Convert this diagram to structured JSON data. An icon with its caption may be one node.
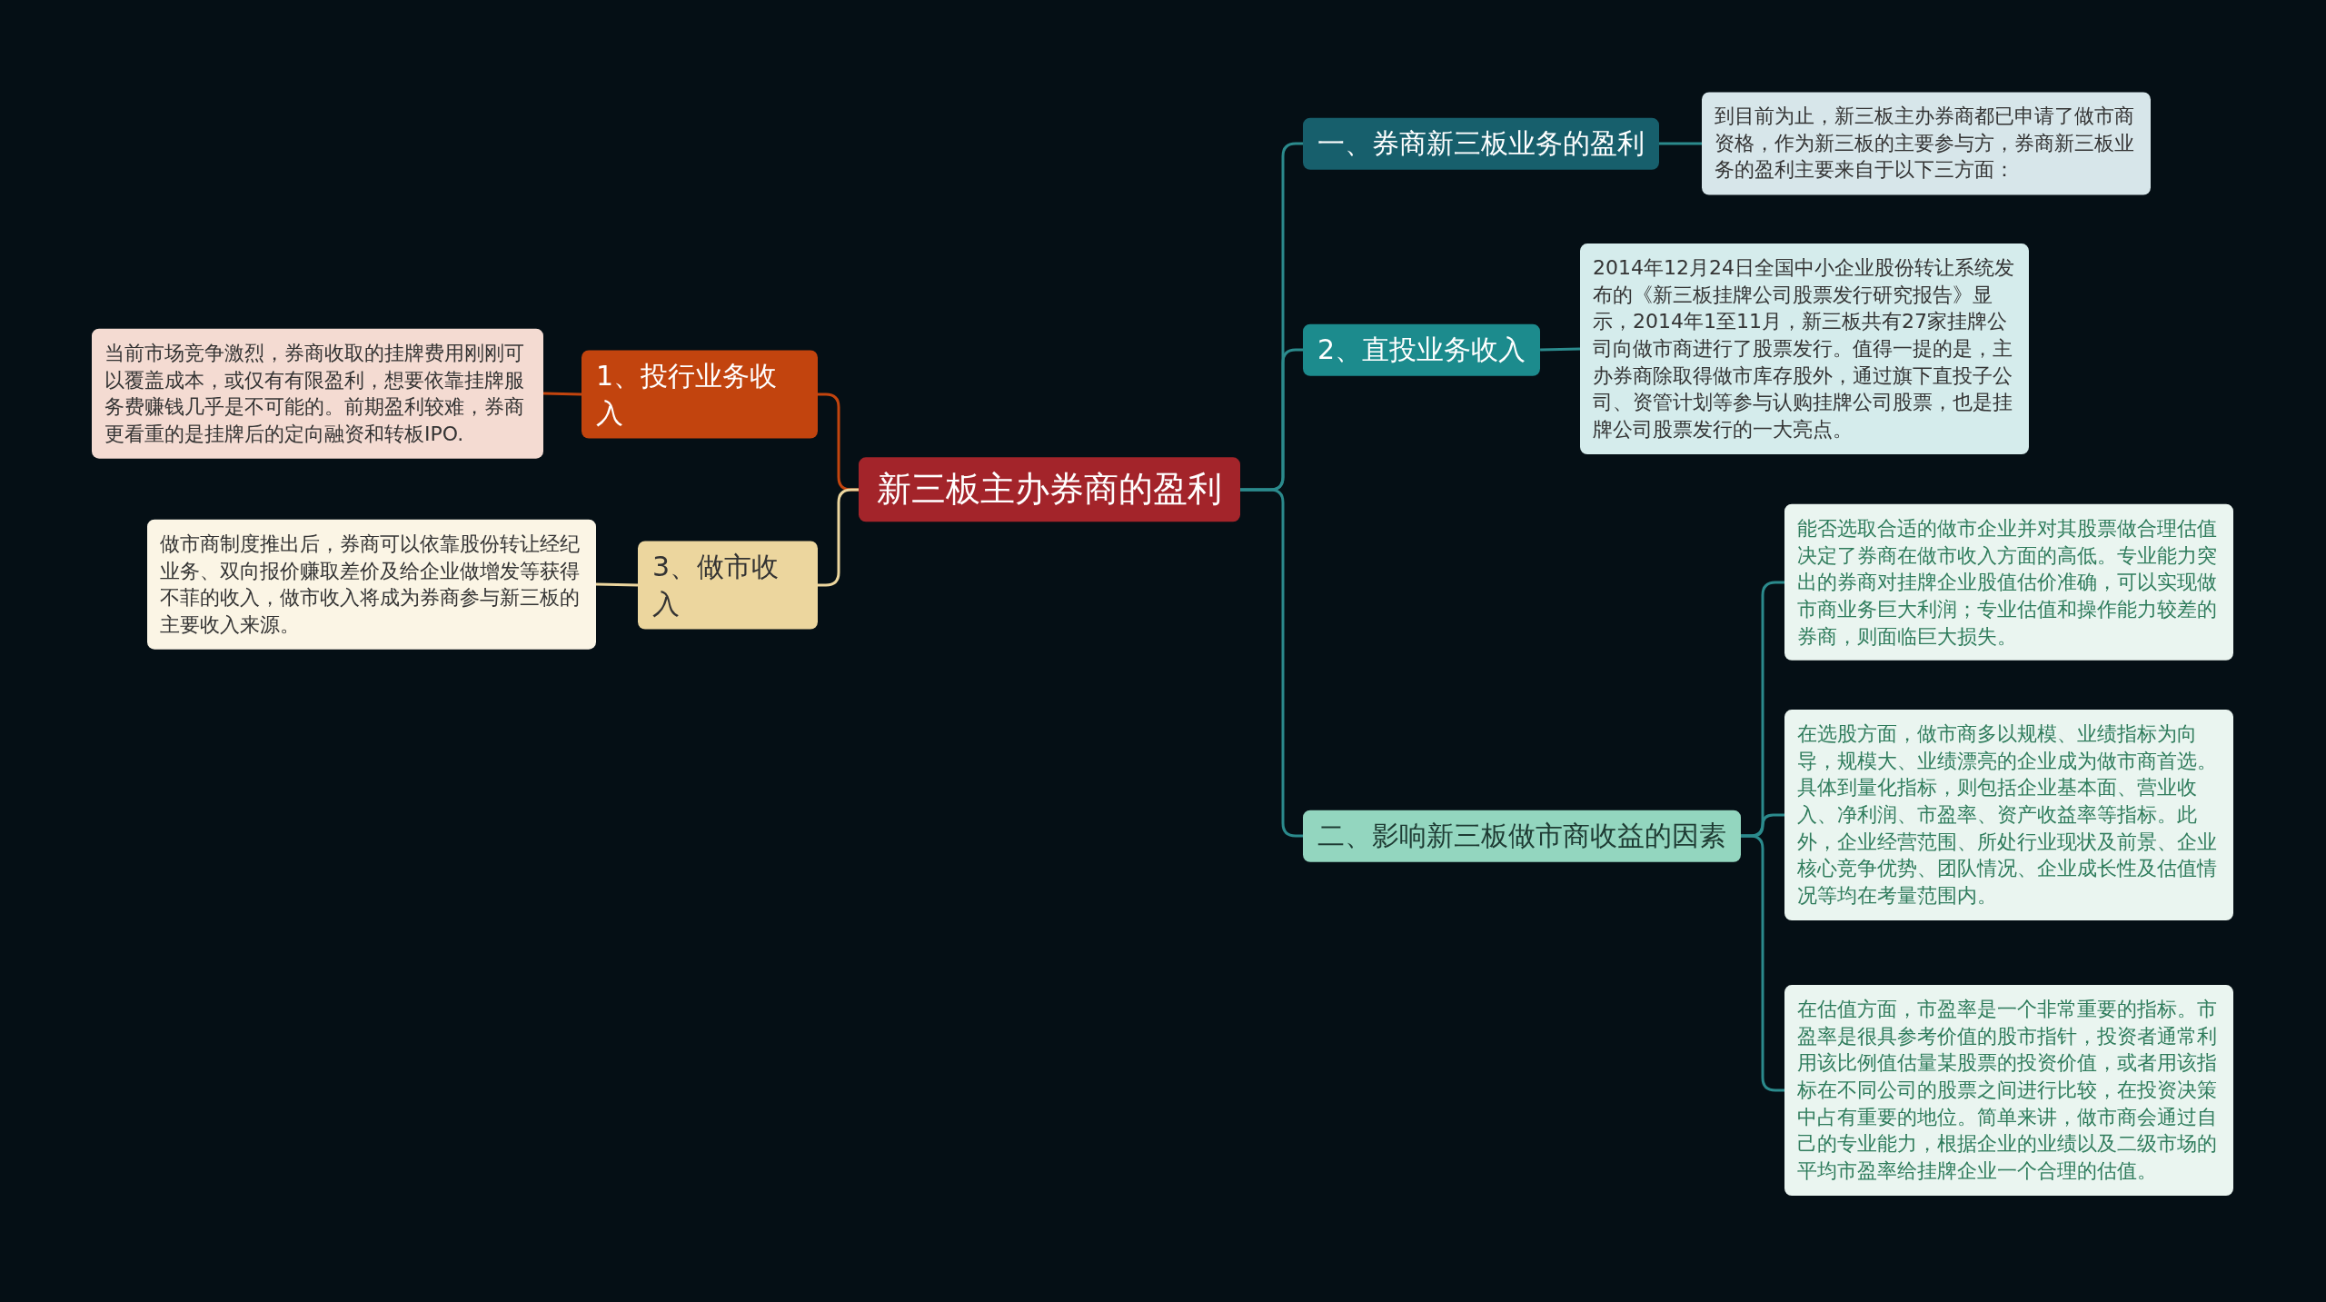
{
  "diagram": {
    "nodes": [
      {
        "text": [
          "新三板主办券商的盈利"
        ]
      },
      {
        "text": [
          "1、投行业务收入"
        ]
      },
      {
        "text": [
          "当前市场竞争激烈，券商收取的挂牌费用刚刚可以覆盖成本，或仅有有限盈利，想要依靠挂牌服务费赚钱几乎是不可能的。前期盈利较难，券商更看重的是挂牌后的定向融资和转板IPO."
        ]
      },
      {
        "text": [
          "3、做市收入"
        ]
      },
      {
        "text": [
          "做市商制度推出后，券商可以依靠股份转让经纪业务、双向报价赚取差价及给企业做增发等获得不菲的收入，做市收入将成为券商参与新三板的主要收入来源。"
        ]
      },
      {
        "text": [
          "一、券商新三板业务的盈利"
        ]
      },
      {
        "text": [
          "到目前为止，新三板主办券商都已申请了做市商资格，作为新三板的主要参与方，券商新三板业务的盈利主要来自于以下三方面："
        ]
      },
      {
        "text": [
          "2、直投业务收入"
        ]
      },
      {
        "text": [
          "2014年12月24日全国中小企业股份转让系统发布的《新三板挂牌公司股票发行研究报告》显示，2014年1至11月，新三板共有27家挂牌公司向做市商进行了股票发行。值得一提的是，主办券商除取得做市库存股外，通过旗下直投子公司、资管计划等参与认购挂牌公司股票，也是挂牌公司股票发行的一大亮点。"
        ]
      },
      {
        "text": [
          "二、影响新三板做市商收益的因素"
        ]
      },
      {
        "text": [
          "能否选取合适的做市企业并对其股票做合理估值决定了券商在做市收入方面的高低。专业能力突出的券商对挂牌企业股值估价准确，可以实现做市商业务巨大利润；专业估值和操作能力较差的券商，则面临巨大损失。"
        ]
      },
      {
        "text": [
          "在选股方面，做市商多以规模、业绩指标为向导，规模大、业绩漂亮的企业成为做市商首选。具体到量化指标，则包括企业基本面、营业收入、净利润、市盈率、资产收益率等指标。此外，企业经营范围、所处行业现状及前景、企业核心竞争优势、团队情况、企业成长性及估值情况等均在考量范围内。"
        ]
      },
      {
        "text": [
          "在估值方面，市盈率是一个非常重要的指标。市盈率是很具参考价值的股市指针，投资者通常利用该比例值估量某股票的投资价值，或者用该指标在不同公司的股票之间进行比较，在投资决策中占有重要的地位。简单来讲，做市商会通过自己的专业能力，根据企业的业绩以及二级市场的平均市盈率给挂牌企业一个合理的估值。"
        ]
      }
    ],
    "edges": [
      {
        "from": 0,
        "to": 1,
        "arrow": "none",
        "color": "#c2440e"
      },
      {
        "from": 1,
        "to": 2,
        "arrow": "none",
        "color": "#c2440e"
      },
      {
        "from": 0,
        "to": 3,
        "arrow": "none",
        "color": "#ecd69e"
      },
      {
        "from": 3,
        "to": 4,
        "arrow": "none",
        "color": "#ecd69e"
      },
      {
        "from": 0,
        "to": 5,
        "arrow": "none"
      },
      {
        "from": 5,
        "to": 6,
        "arrow": "none"
      },
      {
        "from": 0,
        "to": 7,
        "arrow": "none"
      },
      {
        "from": 7,
        "to": 8,
        "arrow": "none"
      },
      {
        "from": 0,
        "to": 9,
        "arrow": "none"
      },
      {
        "from": 9,
        "to": 10,
        "arrow": "none"
      },
      {
        "from": 9,
        "to": 11,
        "arrow": "none"
      },
      {
        "from": 9,
        "to": 12,
        "arrow": "none"
      }
    ]
  }
}
